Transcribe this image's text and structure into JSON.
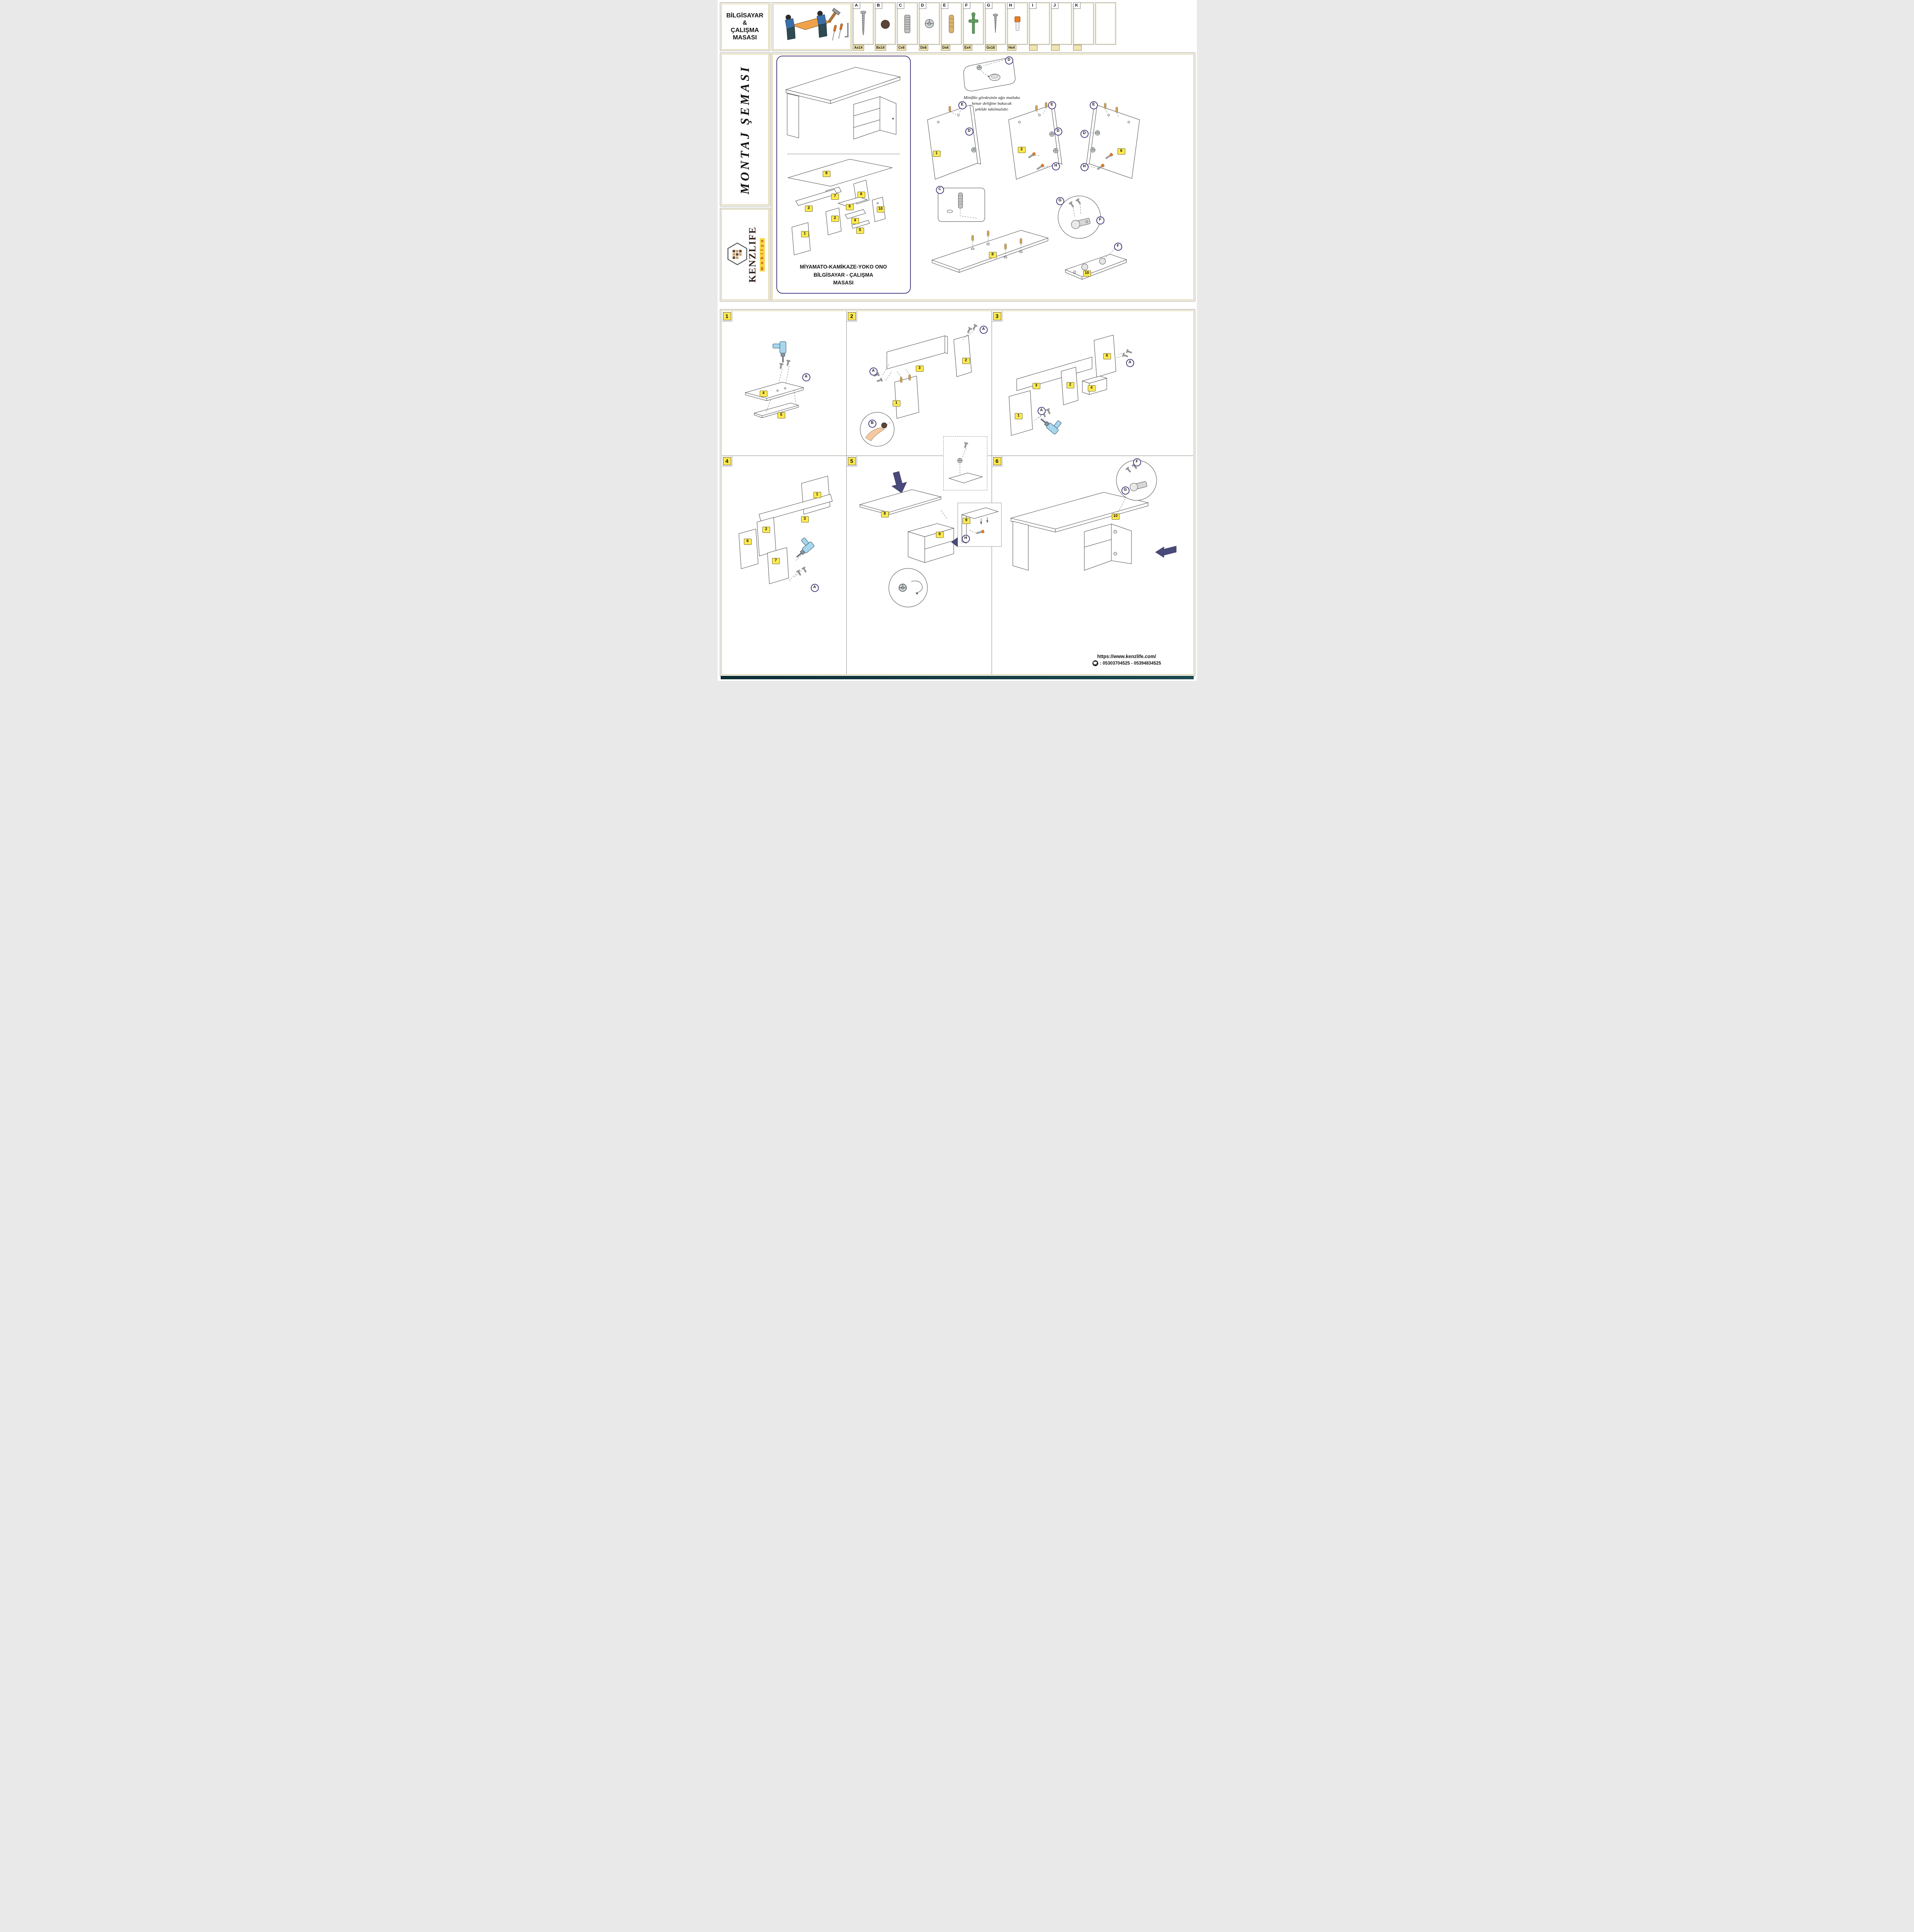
{
  "page": {
    "title_lines": [
      "BİLGİSAYAR",
      "&",
      "ÇALIŞMA",
      "MASASI"
    ]
  },
  "sidebar": {
    "montaj": "MONTAJ ŞEMASI",
    "brand": "KENZLIFE",
    "brand_sub": "m o b i l y a"
  },
  "parts": [
    {
      "letter": "A",
      "qty": "Ax14",
      "icon": "screw-large-icon"
    },
    {
      "letter": "B",
      "qty": "Bx14",
      "icon": "cover-cap-icon"
    },
    {
      "letter": "C",
      "qty": "Cx6",
      "icon": "metal-dowel-icon"
    },
    {
      "letter": "D",
      "qty": "Dx6",
      "icon": "cam-lock-icon"
    },
    {
      "letter": "E",
      "qty": "Dx6",
      "icon": "wooden-dowel-icon"
    },
    {
      "letter": "F",
      "qty": "Ex4",
      "icon": "hinge-bolt-icon"
    },
    {
      "letter": "G",
      "qty": "Gx16",
      "icon": "screw-small-icon"
    },
    {
      "letter": "H",
      "qty": "Hx4",
      "icon": "plastic-cap-icon"
    },
    {
      "letter": "I",
      "qty": "",
      "icon": ""
    },
    {
      "letter": "J",
      "qty": "",
      "icon": ""
    },
    {
      "letter": "K",
      "qty": "",
      "icon": ""
    }
  ],
  "overview": {
    "product_lines": [
      "MİYAMATO-KAMİKAZE-YOKO ONO",
      "BİLGİSAYAR - ÇALIŞMA",
      "MASASI"
    ],
    "minifix_note_lines": [
      "Minifiks gövdesinin ağzı mutlaka",
      "kenar deliğine bakacak",
      "şekilde takılmalıdır."
    ]
  },
  "labels": {
    "p1": "1",
    "p2": "2",
    "p3": "3",
    "p4": "4",
    "p5": "5",
    "p6": "6",
    "p7": "7",
    "p8": "8",
    "p9": "9",
    "p10": "10",
    "A": "A",
    "B": "B",
    "C": "C",
    "D": "D",
    "E": "E",
    "F": "F",
    "G": "G",
    "H": "H",
    "I": "I",
    "J": "J",
    "K": "K"
  },
  "steps": {
    "s1": "1",
    "s2": "2",
    "s3": "3",
    "s4": "4",
    "s5": "5",
    "s6": "6"
  },
  "footer": {
    "url": "https://www.kenzlife.com/",
    "phones": ": 05303704525 - 05394834525",
    "phone_glyph": "☎"
  }
}
